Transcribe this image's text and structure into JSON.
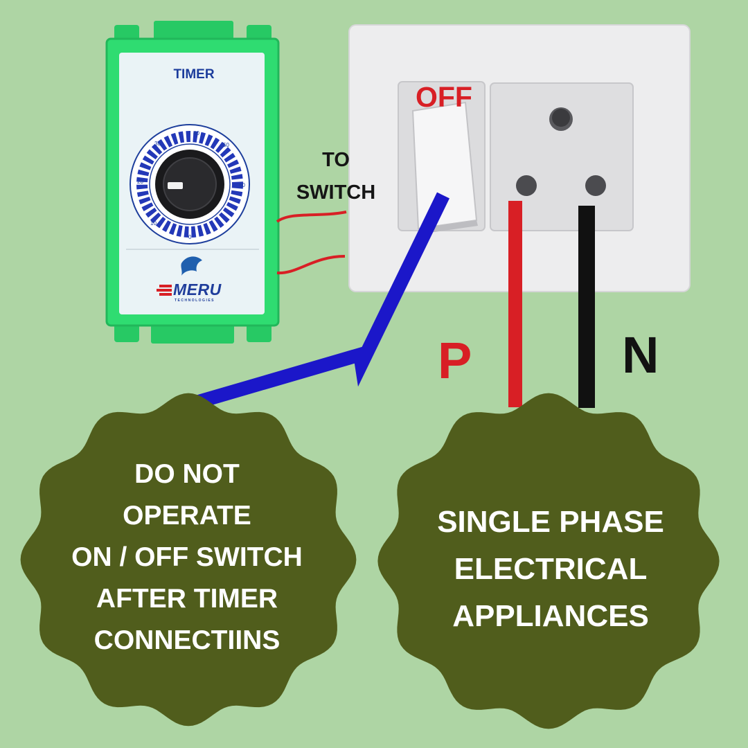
{
  "timer_device": {
    "title": "TIMER",
    "brand": "MERU",
    "brand_subtitle": "TECHNOLOGIES",
    "dial_numbers": [
      "40",
      "30",
      "50",
      "20",
      "60",
      "10",
      "0"
    ]
  },
  "labels": {
    "to_switch": [
      "TO",
      "SWITCH"
    ],
    "off": "OFF",
    "phase": "P",
    "neutral": "N"
  },
  "badges": {
    "left": [
      "DO NOT",
      "OPERATE",
      "ON / OFF SWITCH",
      "AFTER TIMER",
      "CONNECTIINS"
    ],
    "right": [
      "SINGLE PHASE",
      "ELECTRICAL",
      "APPLIANCES"
    ]
  },
  "colors": {
    "background": "#aed5a4",
    "timer_body": "#2fdc71",
    "wire_red": "#d81f25",
    "wire_blue": "#1b17c9",
    "wire_black": "#111111",
    "badge_fill": "#505d1c",
    "text_red": "#d81f25"
  }
}
